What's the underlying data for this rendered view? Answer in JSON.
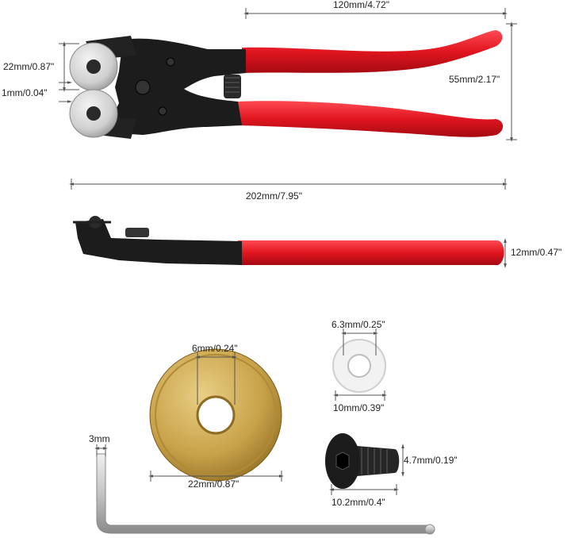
{
  "dimensions": {
    "jaw_height": "22mm/0.87\"",
    "jaw_gap": "1mm/0.04\"",
    "handle_length": "120mm/4.72\"",
    "handle_spread": "55mm/2.17\"",
    "overall_length": "202mm/7.95\"",
    "grip_thickness": "12mm/0.47\"",
    "wheel_bore": "6mm/0.24\"",
    "wheel_diameter": "22mm/0.87\"",
    "washer_inner": "6.3mm/0.25\"",
    "washer_outer": "10mm/0.39\"",
    "screw_length": "4.7mm/0.19\"",
    "screw_head": "10.2mm/0.4\"",
    "hex_key_size": "3mm"
  },
  "colors": {
    "handle_red": "#e0151f",
    "steel_black": "#1c1c1c",
    "wheel_gold": "#c9a24a",
    "wheel_silver": "#d4d4d4",
    "dimension_line": "#555555"
  }
}
